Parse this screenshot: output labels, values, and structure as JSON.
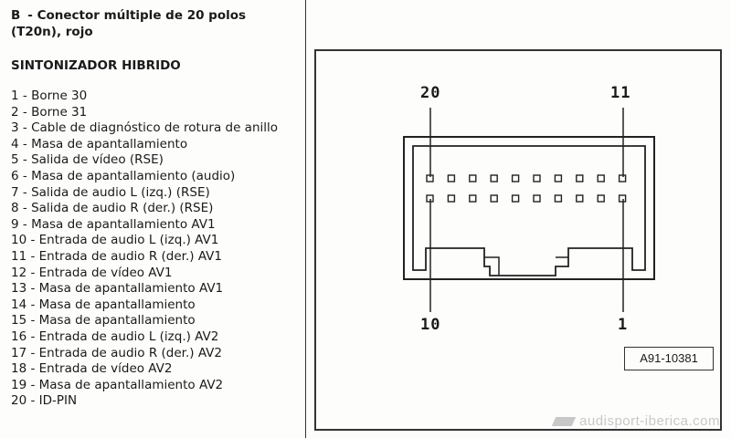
{
  "header": {
    "code": "B",
    "title": "- Conector múltiple de 20 polos (T20n), rojo"
  },
  "section": {
    "heading": "SINTONIZADOR HIBRIDO"
  },
  "pins": [
    {
      "num": "1 -",
      "desc": "Borne 30"
    },
    {
      "num": "2 -",
      "desc": "Borne 31"
    },
    {
      "num": "3 -",
      "desc": "Cable de diagnóstico de rotura de anillo"
    },
    {
      "num": "4 -",
      "desc": "Masa de apantallamiento"
    },
    {
      "num": "5 -",
      "desc": "Salida de vídeo (RSE)"
    },
    {
      "num": "6 -",
      "desc": "Masa de apantallamiento (audio)"
    },
    {
      "num": "7 -",
      "desc": "Salida de audio L (izq.) (RSE)"
    },
    {
      "num": "8 -",
      "desc": "Salida de audio R (der.) (RSE)"
    },
    {
      "num": "9 -",
      "desc": "Masa de apantallamiento AV1"
    },
    {
      "num": "10 -",
      "desc": "Entrada de audio L (izq.) AV1"
    },
    {
      "num": "11 -",
      "desc": "Entrada de audio R (der.) AV1"
    },
    {
      "num": "12 -",
      "desc": "Entrada de vídeo AV1"
    },
    {
      "num": "13 -",
      "desc": "Masa de apantallamiento AV1"
    },
    {
      "num": "14 -",
      "desc": "Masa de apantallamiento"
    },
    {
      "num": "15 -",
      "desc": "Masa de apantallamiento"
    },
    {
      "num": "16 -",
      "desc": "Entrada de audio L (izq.) AV2"
    },
    {
      "num": "17 -",
      "desc": "Entrada de audio R (der.) AV2"
    },
    {
      "num": "18 -",
      "desc": "Entrada de vídeo AV2"
    },
    {
      "num": "19 -",
      "desc": "Masa de apantallamiento AV2"
    },
    {
      "num": "20 -",
      "desc": "ID-PIN"
    }
  ],
  "diagram": {
    "label_20": "20",
    "label_11": "11",
    "label_10": "10",
    "label_1": "1",
    "reference": "A91-10381"
  },
  "watermark": {
    "text": "audisport-iberica.com"
  }
}
